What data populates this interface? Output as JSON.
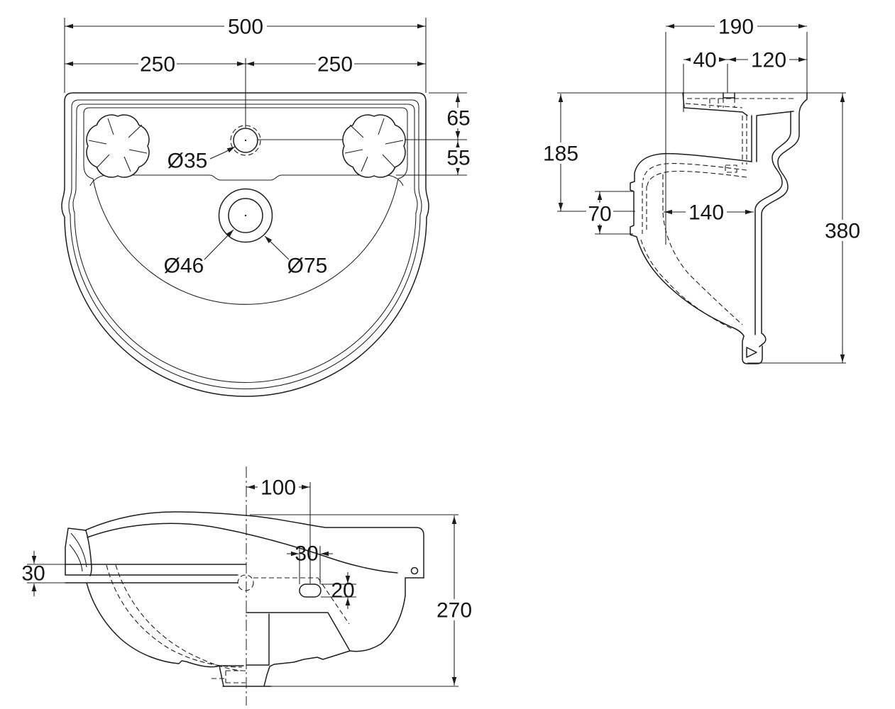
{
  "drawing": {
    "type": "technical-dimension-drawing",
    "subject": "wall-hung semi-circular wash basin, three orthographic views",
    "line_color": "#1c1c1c",
    "background": "#ffffff"
  },
  "dims": {
    "plan": {
      "overall": "500",
      "left_half": "250",
      "right_half": "250",
      "rim_to_taphole": "65",
      "taphole_to_deck": "55",
      "tap_hole_dia": "Ø35",
      "waste_inner_dia": "Ø46",
      "waste_outer_dia": "Ø75"
    },
    "side": {
      "depth": "190",
      "back_to_taphole": "40",
      "taphole_to_front": "120",
      "front_drop": "185",
      "apron_height": "70",
      "inner_depth": "140",
      "overall_height": "380"
    },
    "front": {
      "overflow_offset": "100",
      "rim_band_height": "30",
      "overflow_width": "30",
      "overflow_height": "20",
      "height": "270"
    }
  }
}
